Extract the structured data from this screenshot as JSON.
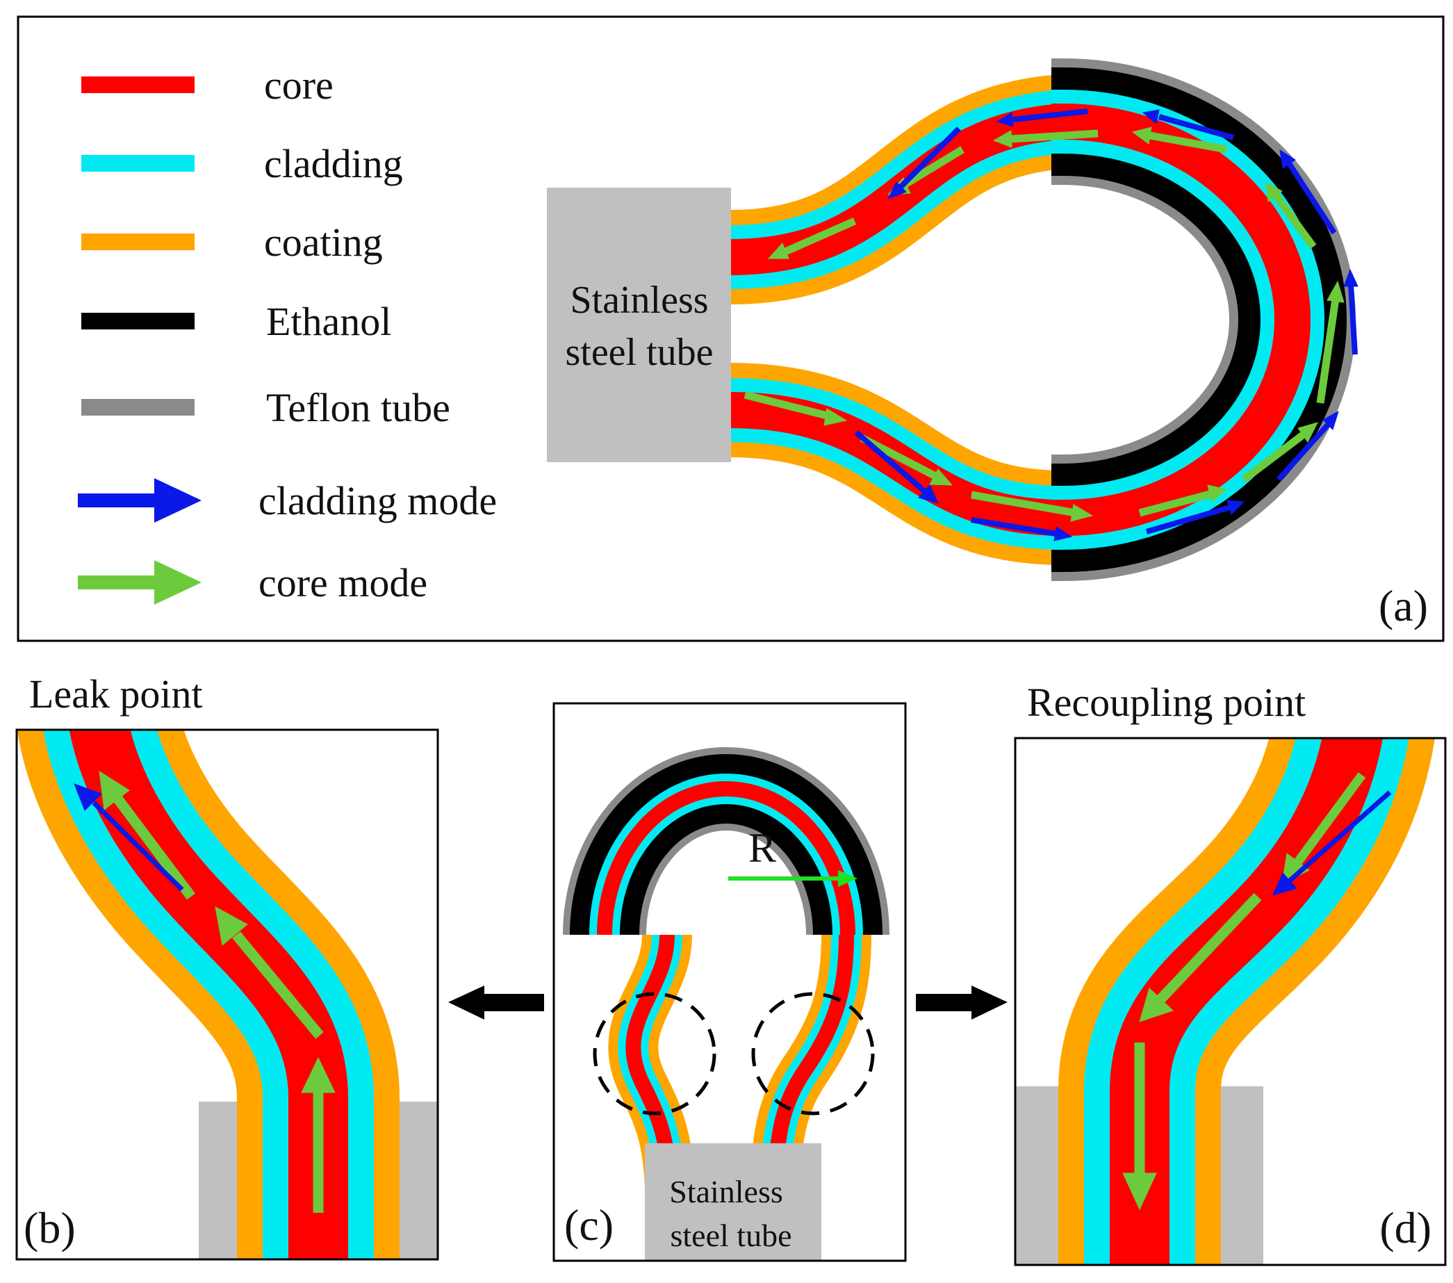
{
  "colors": {
    "core": "#ff0000",
    "cladding": "#00eaf2",
    "coating": "#ffa500",
    "ethanol": "#000000",
    "teflon": "#8a8a8a",
    "steel": "#c0c0c0",
    "cladding_mode": "#0a18e8",
    "core_mode": "#6ccb3c",
    "radius_arrow": "#22e022"
  },
  "legend": [
    {
      "label": "core",
      "kind": "line",
      "color": "#ff0000"
    },
    {
      "label": "cladding",
      "kind": "line",
      "color": "#00eaf2"
    },
    {
      "label": "coating",
      "kind": "line",
      "color": "#ffa500"
    },
    {
      "label": "Ethanol",
      "kind": "line",
      "color": "#000000"
    },
    {
      "label": "Teflon tube",
      "kind": "line",
      "color": "#8a8a8a"
    },
    {
      "label": "cladding mode",
      "kind": "arrow",
      "color": "#0a18e8"
    },
    {
      "label": "core mode",
      "kind": "arrow",
      "color": "#6ccb3c"
    }
  ],
  "panel_a": {
    "tag": "(a)",
    "steel_line1": "Stainless",
    "steel_line2": "steel tube"
  },
  "panel_b": {
    "tag": "(b)",
    "title": "Leak point"
  },
  "panel_c": {
    "tag": "(c)",
    "radius_label": "R",
    "steel_line1": "Stainless",
    "steel_line2": "steel tube"
  },
  "panel_d": {
    "tag": "(d)",
    "title": "Recoupling point"
  }
}
